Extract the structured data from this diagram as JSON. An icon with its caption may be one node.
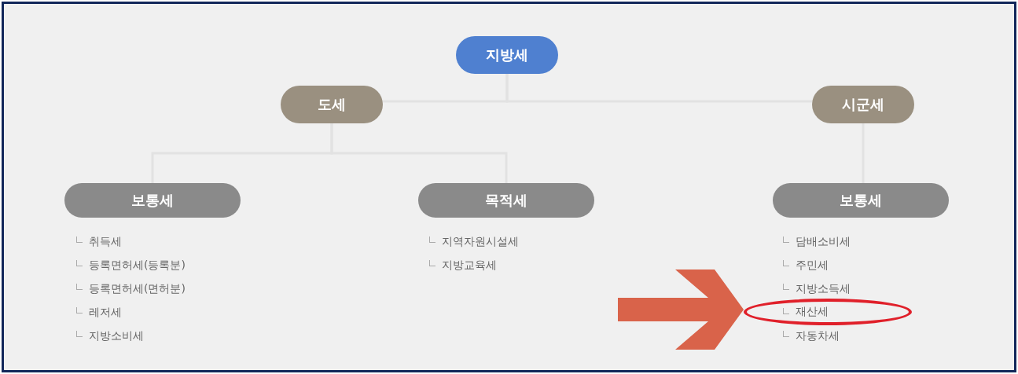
{
  "diagram": {
    "nodes": [
      {
        "text": [
          "지방세"
        ]
      },
      {
        "text": [
          "도세"
        ]
      },
      {
        "text": [
          "시군세"
        ]
      },
      {
        "text": [
          "보통세"
        ],
        "beside": [
          "취득세",
          "등록면허세(등록분)",
          "등록면허세(면허분)",
          "레저세",
          "지방소비세"
        ]
      },
      {
        "text": [
          "목적세"
        ],
        "beside": [
          "지역자원시설세",
          "지방교육세"
        ]
      },
      {
        "text": [
          "보통세"
        ],
        "beside": [
          "담배소비세",
          "주민세"
        ]
      },
      {
        "text": [
          "재산세"
        ]
      }
    ],
    "edges": [
      {
        "from": 0,
        "to": 1,
        "arrow": "none"
      },
      {
        "from": 0,
        "to": 2,
        "arrow": "none"
      },
      {
        "from": 1,
        "to": 3,
        "arrow": "none"
      },
      {
        "from": 1,
        "to": 4,
        "arrow": "none"
      },
      {
        "from": 2,
        "to": 5,
        "arrow": "none"
      },
      {
        "from": null,
        "to": 6,
        "arrow": "to",
        "style": "thick",
        "color": "#d9634a"
      }
    ],
    "labels": [
      "지방소득세",
      "자동차세"
    ]
  }
}
